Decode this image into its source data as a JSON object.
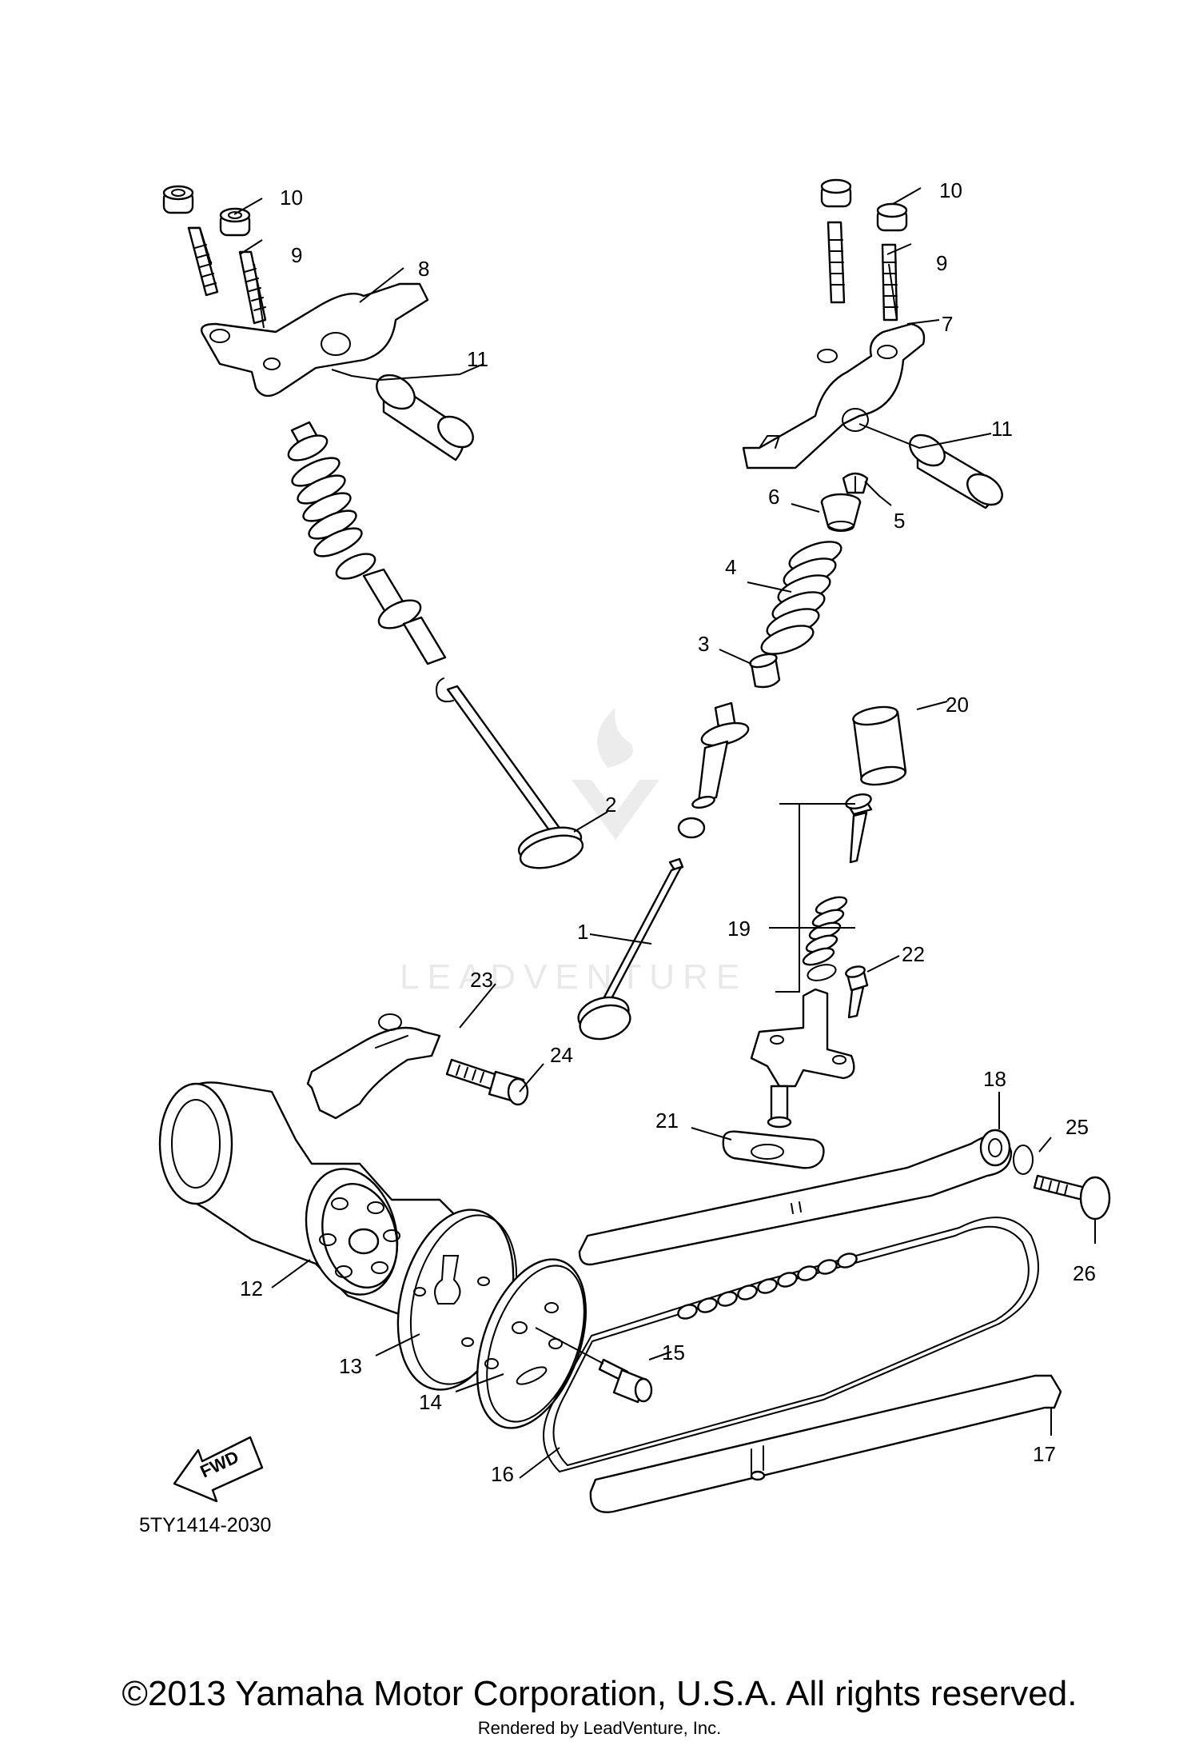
{
  "diagram": {
    "callouts": [
      {
        "id": "1",
        "label": "1"
      },
      {
        "id": "2",
        "label": "2"
      },
      {
        "id": "3",
        "label": "3"
      },
      {
        "id": "4",
        "label": "4"
      },
      {
        "id": "5",
        "label": "5"
      },
      {
        "id": "6",
        "label": "6"
      },
      {
        "id": "7",
        "label": "7"
      },
      {
        "id": "8",
        "label": "8"
      },
      {
        "id": "9L",
        "label": "9"
      },
      {
        "id": "9R",
        "label": "9"
      },
      {
        "id": "10L",
        "label": "10"
      },
      {
        "id": "10R",
        "label": "10"
      },
      {
        "id": "11L",
        "label": "11"
      },
      {
        "id": "11R",
        "label": "11"
      },
      {
        "id": "12",
        "label": "12"
      },
      {
        "id": "13",
        "label": "13"
      },
      {
        "id": "14",
        "label": "14"
      },
      {
        "id": "15",
        "label": "15"
      },
      {
        "id": "16",
        "label": "16"
      },
      {
        "id": "17",
        "label": "17"
      },
      {
        "id": "18",
        "label": "18"
      },
      {
        "id": "19",
        "label": "19"
      },
      {
        "id": "20",
        "label": "20"
      },
      {
        "id": "21",
        "label": "21"
      },
      {
        "id": "22",
        "label": "22"
      },
      {
        "id": "23",
        "label": "23"
      },
      {
        "id": "24",
        "label": "24"
      },
      {
        "id": "25",
        "label": "25"
      },
      {
        "id": "26",
        "label": "26"
      }
    ],
    "fwd_label": "FWD",
    "diagram_code": "5TY1414-2030",
    "watermark": "LEADVENTURE"
  },
  "footer": {
    "copyright": "©2013 Yamaha Motor Corporation, U.S.A. All rights reserved.",
    "rendered_by": "Rendered by LeadVenture, Inc."
  }
}
